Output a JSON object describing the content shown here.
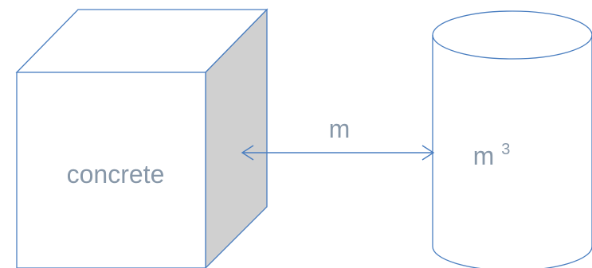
{
  "cube": {
    "label": "concrete"
  },
  "arrow": {
    "label": "m"
  },
  "cylinder": {
    "label_base": "m",
    "label_exponent": "3"
  }
}
